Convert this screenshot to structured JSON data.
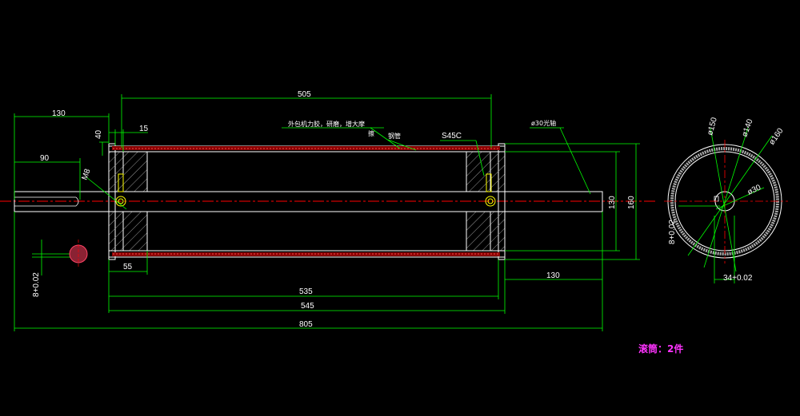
{
  "drawing": {
    "dims": {
      "d505": "505",
      "d130_left": "130",
      "d90": "90",
      "d40": "40",
      "d15": "15",
      "d55": "55",
      "d535": "535",
      "d545": "545",
      "d805": "805",
      "d130_right": "130",
      "d130_height": "130",
      "d160_height": "160",
      "d8_left": "8+0.02",
      "m8": "M8"
    },
    "notes": {
      "coating": "外包机力胶，研磨，增大摩",
      "coating2": "擦",
      "tube": "钢管",
      "material": "S45C",
      "shaft": "ø30光轴"
    },
    "section": {
      "d150": "ø150",
      "d140": "ø140",
      "d160": "ø160",
      "d30": "ø30",
      "d8": "8+0.02",
      "d34": "34+0.02"
    },
    "title": "滚筒：2件"
  },
  "colors": {
    "background": "#000000",
    "dimension": "#00ff00",
    "outline": "#ffffff",
    "centerline": "#ff0000",
    "coating": "#cc0000",
    "hatch": "#aaaaaa",
    "title": "#ff33ff"
  }
}
